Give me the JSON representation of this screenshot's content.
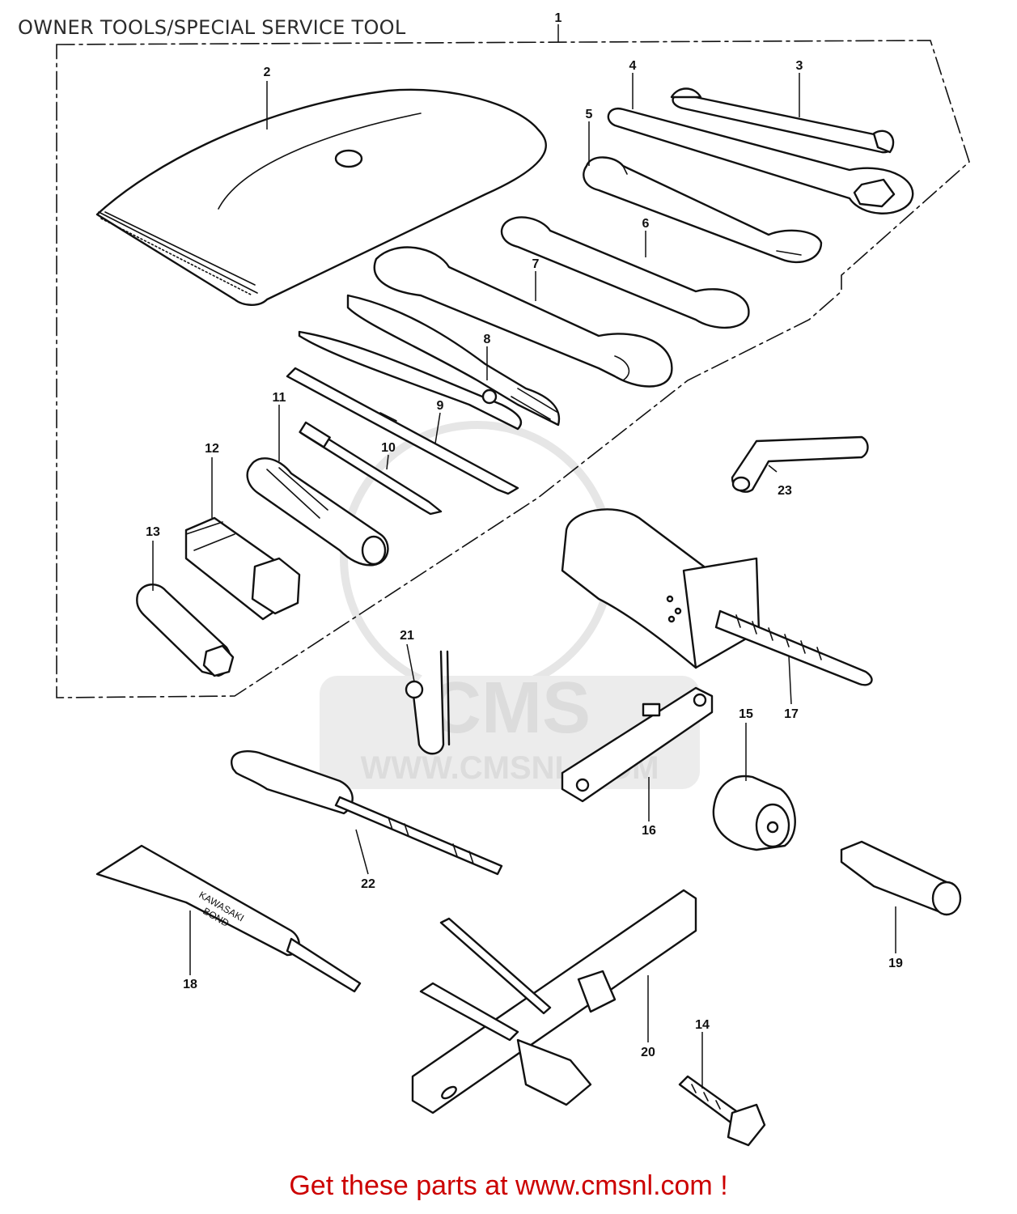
{
  "header": {
    "title": "OWNER TOOLS/SPECIAL SERVICE TOOL"
  },
  "watermark": {
    "brand": "CMS",
    "url": "WWW.CMSNL.COM"
  },
  "diagram": {
    "callouts": [
      "1",
      "2",
      "3",
      "4",
      "5",
      "6",
      "7",
      "8",
      "9",
      "10",
      "11",
      "12",
      "13",
      "14",
      "15",
      "16",
      "17",
      "18",
      "19",
      "20",
      "21",
      "22",
      "23"
    ],
    "tube_text": [
      "KAWASAKI",
      "BOND"
    ]
  },
  "footer": {
    "text": "Get these parts at www.cmsnl.com !"
  },
  "colors": {
    "footer": "#cc0000",
    "lines": "#111111",
    "watermark": "#dcdcdc"
  }
}
